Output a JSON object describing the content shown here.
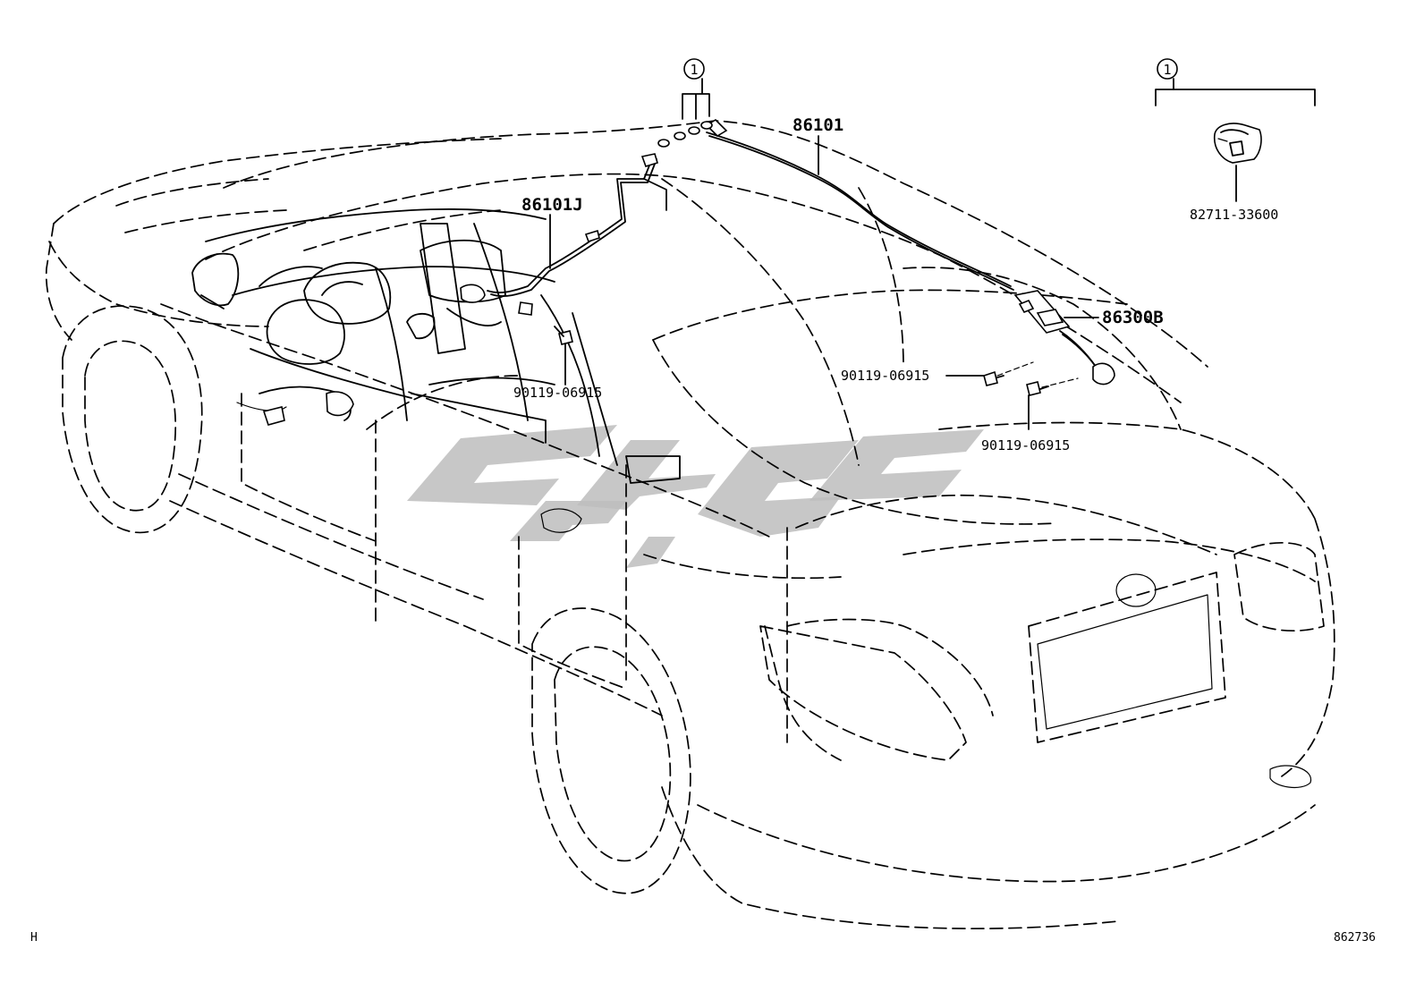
{
  "callouts": {
    "group_ref_left": "1",
    "group_ref_right": "1",
    "roof_antenna_cord": "86101",
    "front_antenna_cord": "86101J",
    "amplifier": "86300B",
    "clip_part": "82711-33600",
    "bolt_front": "90119-06915",
    "bolt_rear_left": "90119-06915",
    "bolt_rear_right": "90119-06915"
  },
  "corner": {
    "left_mark": "H",
    "diagram_no": "862736"
  },
  "colors": {
    "line": "#000000",
    "watermark": "#bdbdbd",
    "background": "#ffffff"
  }
}
